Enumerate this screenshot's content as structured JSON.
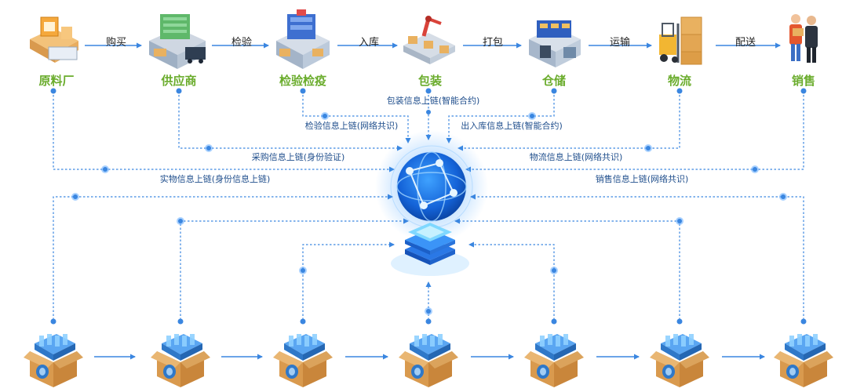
{
  "colors": {
    "accent": "#3a86e0",
    "stage_label": "#6aac2c",
    "info_label": "#1f4e8c",
    "box": "#d99a4e",
    "crate": "#2f78c8"
  },
  "stages": [
    {
      "label": "原料厂",
      "icon": "factory-icon"
    },
    {
      "label": "供应商",
      "icon": "supplier-building-icon"
    },
    {
      "label": "检验检疫",
      "icon": "inspection-building-icon"
    },
    {
      "label": "包装",
      "icon": "packaging-robot-arm-icon"
    },
    {
      "label": "仓储",
      "icon": "warehouse-icon"
    },
    {
      "label": "物流",
      "icon": "forklift-icon"
    },
    {
      "label": "销售",
      "icon": "sales-people-icon"
    }
  ],
  "stage_arrows": [
    "购买",
    "检验",
    "入库",
    "打包",
    "运输",
    "配送"
  ],
  "info_labels": {
    "packaging": "包装信息上链(智能合约)",
    "inspection": "检验信息上链(网络共识)",
    "warehouse": "出入库信息上链(智能合约)",
    "purchase": "采购信息上链(身份验证)",
    "logistics": "物流信息上链(网络共识)",
    "material": "实物信息上链(身份信息上链)",
    "sales": "销售信息上链(网络共识)"
  },
  "hub_icons": {
    "blockchain": "blockchain-globe-icon",
    "database": "database-stack-icon"
  },
  "product_boxes": [
    {
      "emblem": "fan-emblem-icon"
    },
    {
      "emblem": "tulip-emblem-icon"
    },
    {
      "emblem": "swirl-emblem-icon"
    },
    {
      "emblem": "fan-emblem-icon"
    },
    {
      "emblem": "bird-emblem-icon"
    },
    {
      "emblem": "shield-emblem-icon"
    },
    {
      "emblem": "crescent-emblem-icon"
    }
  ]
}
